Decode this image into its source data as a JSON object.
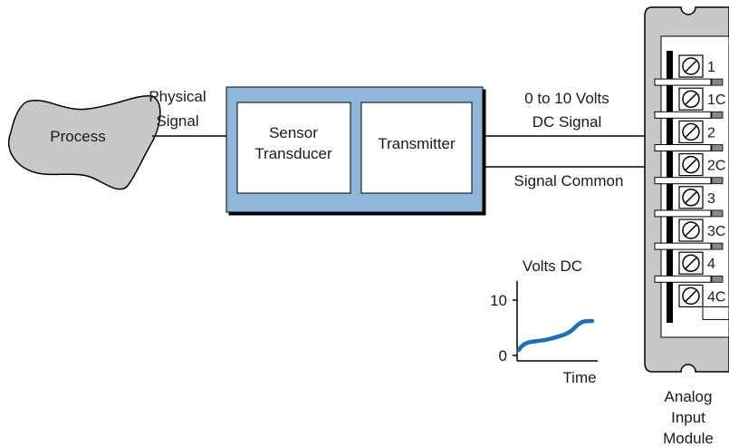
{
  "process": {
    "label": "Process"
  },
  "physical_signal": {
    "line1": "Physical",
    "line2": "Signal"
  },
  "sensor": {
    "line1": "Sensor",
    "line2": "Transducer"
  },
  "transmitter": {
    "label": "Transmitter"
  },
  "signal_line": {
    "line1": "0 to 10 Volts",
    "line2": "DC Signal"
  },
  "common_line": {
    "label": "Signal Common"
  },
  "graph": {
    "ylabel": "Volts DC",
    "xlabel": "Time",
    "tick_top": "10",
    "tick_bottom": "0",
    "curve_color": "#1f6fb2"
  },
  "module": {
    "terminals": [
      "1",
      "1C",
      "2",
      "2C",
      "3",
      "3C",
      "4",
      "4C"
    ],
    "label_line1": "Analog",
    "label_line2": "Input",
    "label_line3": "Module"
  },
  "colors": {
    "process_fill": "#c8c8c8",
    "block_border": "#8fb6d8",
    "module_fill": "#c8c8c8"
  }
}
